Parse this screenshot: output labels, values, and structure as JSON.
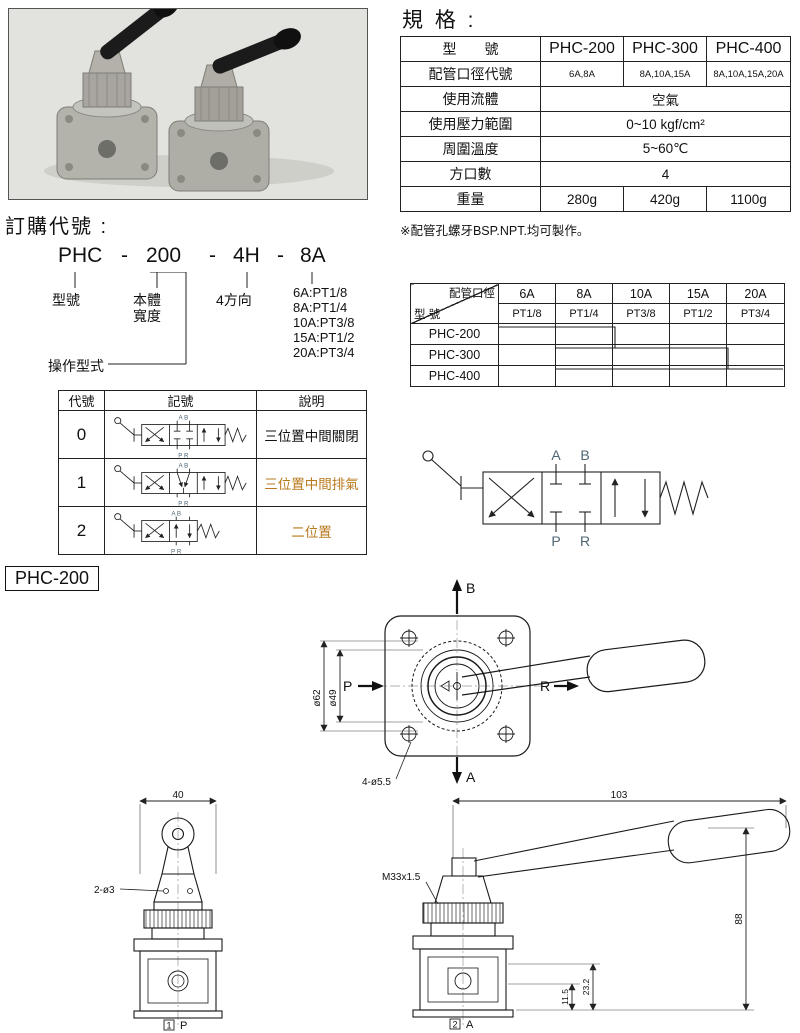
{
  "colors": {
    "accent_text": "#b8791d",
    "schematic_letters": "#4e6572"
  },
  "spec": {
    "title": "規 格 :",
    "rows": {
      "model": {
        "label": "型　　號",
        "v1": "PHC-200",
        "v2": "PHC-300",
        "v3": "PHC-400"
      },
      "port": {
        "label": "配管口徑代號",
        "v1": "6A,8A",
        "v2": "8A,10A,15A",
        "v3": "8A,10A,15A,20A"
      },
      "fluid": {
        "label": "使用流體",
        "value": "空氣"
      },
      "pressure": {
        "label": "使用壓力範圍",
        "value": "0~10 kgf/cm²"
      },
      "temp": {
        "label": "周圍溫度",
        "value": "5~60℃"
      },
      "ways": {
        "label": "方口數",
        "value": "4"
      },
      "weight": {
        "label": "重量",
        "v1": "280g",
        "v2": "420g",
        "v3": "1100g"
      }
    },
    "note": "※配管孔螺牙BSP.NPT.均可製作。"
  },
  "ordering": {
    "title": "訂購代號 :",
    "p1": "PHC",
    "d1": "-",
    "p2": "200",
    "d2": "-",
    "p3": "4H",
    "d3": "-",
    "p4": "8A",
    "lbl_model": "型號",
    "lbl_body": "本體",
    "lbl_width": "寬度",
    "lbl_4way": "4方向",
    "lbl_operation": "操作型式",
    "ports": [
      "6A:PT1/8",
      "8A:PT1/4",
      "10A:PT3/8",
      "15A:PT1/2",
      "20A:PT3/4"
    ]
  },
  "symbol_table": {
    "h_code": "代號",
    "h_symbol": "記號",
    "h_desc": "說明",
    "ab": "A B",
    "pr": "P R",
    "rows": [
      {
        "code": "0",
        "desc": "三位置中間關閉"
      },
      {
        "code": "1",
        "desc": "三位置中間排氣"
      },
      {
        "code": "2",
        "desc": "二位置"
      }
    ]
  },
  "port_table": {
    "corner_top": "配管口徑",
    "corner_bottom": "型 號",
    "sizes": [
      "6A",
      "8A",
      "10A",
      "15A",
      "20A"
    ],
    "threads": [
      "PT1/8",
      "PT1/4",
      "PT3/8",
      "PT1/2",
      "PT3/4"
    ],
    "models": [
      "PHC-200",
      "PHC-300",
      "PHC-400"
    ]
  },
  "schematic": {
    "a": "A",
    "b": "B",
    "p": "P",
    "r": "R"
  },
  "phc200": {
    "section_label": "PHC-200",
    "front": {
      "b": "B",
      "a": "A",
      "p": "P",
      "r": "R",
      "d62": "ø62",
      "d49": "ø49",
      "holes": "4-ø5.5"
    },
    "left_view": {
      "w40": "40",
      "holes": "2-ø3",
      "port_no": "1",
      "port": "P"
    },
    "right_view": {
      "len": "103",
      "thread": "M33x1.5",
      "h88": "88",
      "d232": "23.2",
      "d115": "11.5",
      "port_no": "2",
      "port": "A"
    }
  }
}
